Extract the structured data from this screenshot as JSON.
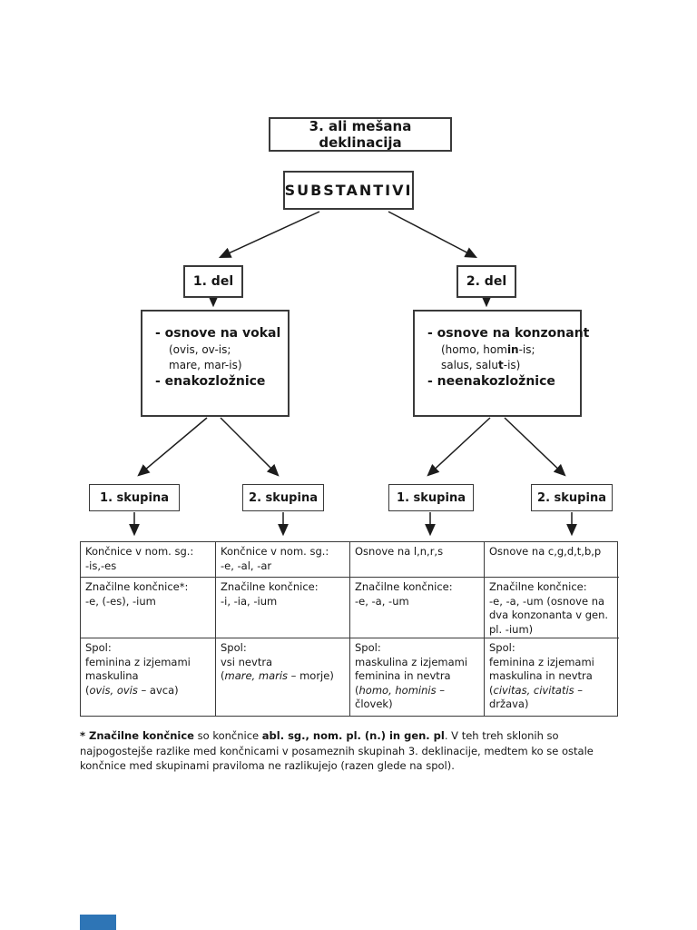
{
  "diagram": {
    "title": "3. ali mešana deklinacija",
    "root_label": "SUBSTANTIVI",
    "part1": {
      "label": "1. del",
      "box": {
        "item1": "- osnove na vokal",
        "example1": "(ovis, ov-is;",
        "example2": "mare, mar-is)",
        "item2": "- enakozložnice"
      }
    },
    "part2": {
      "label": "2. del",
      "box": {
        "item1": "- osnove na konzonant",
        "example1_pre": "(homo, hom",
        "example1_bold": "in",
        "example1_post": "-is;",
        "example2_pre": "salus, salu",
        "example2_bold": "t",
        "example2_post": "-is)",
        "item2": "- neenakozložnice"
      }
    },
    "groups": {
      "g1": "1. skupina",
      "g2": "2. skupina",
      "g3": "1. skupina",
      "g4": "2. skupina"
    }
  },
  "table": {
    "r1": {
      "c1": "Končnice v nom. sg.:\n-is,-es",
      "c2": "Končnice v nom. sg.:\n-e, -al, -ar",
      "c3": "Osnove na l,n,r,s",
      "c4": "Osnove na c,g,d,t,b,p"
    },
    "r2": {
      "c1": "Značilne končnice*:\n-e, (-es), -ium",
      "c2": "Značilne končnice:\n-i, -ia, -ium",
      "c3": "Značilne končnice:\n-e, -a, -um",
      "c4": "Značilne končnice:\n-e, -a, -um (osnove na\ndva konzonanta v gen.\npl. -ium)"
    },
    "r3": {
      "c1": {
        "pre": "Spol:\nfeminina z izjemami\nmaskulina\n(",
        "latin": "ovis, ovis",
        "post": " – avca)"
      },
      "c2": {
        "pre": "Spol:\nvsi nevtra\n(",
        "latin": "mare, maris",
        "post": " – morje)"
      },
      "c3": {
        "pre": "Spol:\nmaskulina z izjemami\nfeminina in nevtra\n(",
        "latin": "homo, hominis",
        "post": " –\nčlovek)"
      },
      "c4": {
        "pre": "Spol:\nfeminina z izjemami\nmaskulina in nevtra\n(",
        "latin": "civitas, civitatis",
        "post": " –\ndržava)"
      }
    }
  },
  "footnote": {
    "bold1": "* Značilne končnice",
    "text1": " so končnice ",
    "bold2": "abl. sg., nom. pl. (n.) in gen. pl",
    "text2": ". V teh treh sklonih so najpogostejše razlike med končnicami v posameznih skupinah 3. deklinacije, medtem ko se ostale končnice med skupinami praviloma ne razlikujejo (razen glede na spol)."
  },
  "colors": {
    "page_bg": "#ffffff",
    "line": "#1c1c1c",
    "accent_blue": "#2e75b6"
  }
}
